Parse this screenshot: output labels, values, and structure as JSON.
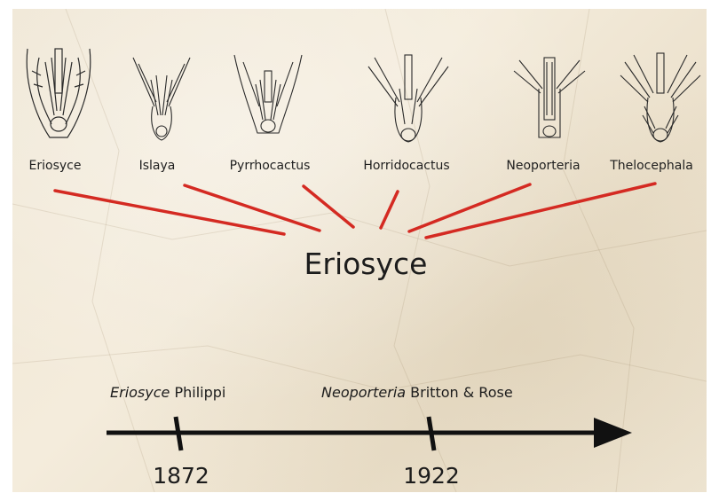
{
  "genera": [
    {
      "name": "Eriosyce",
      "icon": "flower-section-eriosyce-icon"
    },
    {
      "name": "Islaya",
      "icon": "flower-section-islaya-icon"
    },
    {
      "name": "Pyrrhocactus",
      "icon": "flower-section-pyrrhocactus-icon"
    },
    {
      "name": "Horridocactus",
      "icon": "flower-section-horridocactus-icon"
    },
    {
      "name": "Neoporteria",
      "icon": "flower-section-neoporteria-icon"
    },
    {
      "name": "Thelocephala",
      "icon": "flower-section-thelocephala-icon"
    }
  ],
  "center_label": "Eriosyce",
  "timeline": {
    "events": [
      {
        "italic": "Eriosyce",
        "rest": " Philippi",
        "year": "1872"
      },
      {
        "italic": "Neoporteria",
        "rest": " Britton & Rose",
        "year": "1922"
      }
    ]
  },
  "colors": {
    "connector": "#d42a22",
    "timeline": "#111111",
    "paper": "#f1e8d6"
  }
}
